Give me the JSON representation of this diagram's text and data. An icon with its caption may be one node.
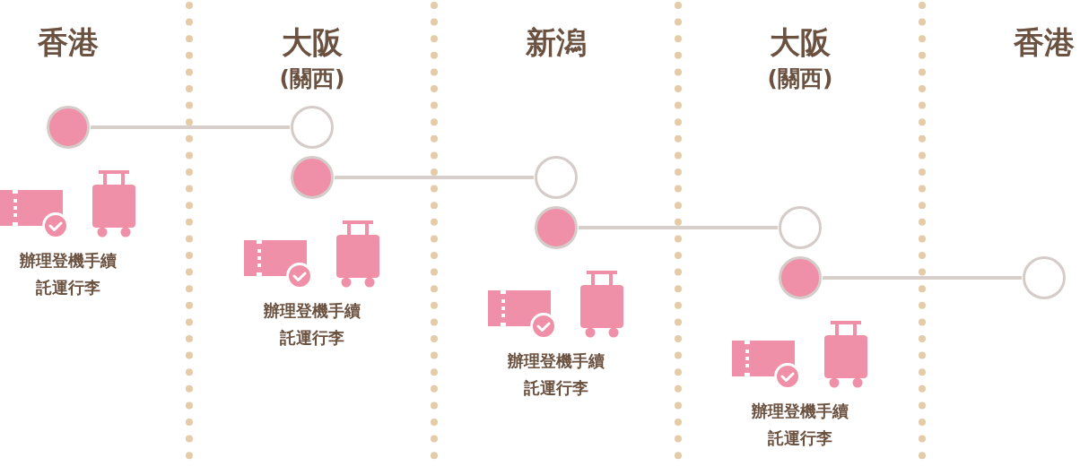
{
  "diagram": {
    "nodes": [
      {
        "text": [],
        "shape": "circle"
      },
      {
        "text": [],
        "shape": "circle"
      },
      {
        "text": [],
        "shape": "circle"
      },
      {
        "text": [],
        "shape": "circle"
      },
      {
        "text": [],
        "shape": "circle"
      },
      {
        "text": [],
        "shape": "circle"
      },
      {
        "text": [],
        "shape": "circle"
      },
      {
        "text": [],
        "shape": "circle"
      }
    ],
    "edges": [
      {
        "from": 0,
        "to": 1,
        "arrow": "none"
      },
      {
        "from": 2,
        "to": 3,
        "arrow": "none"
      },
      {
        "from": 4,
        "to": 5,
        "arrow": "none"
      },
      {
        "from": 6,
        "to": 7,
        "arrow": "none"
      }
    ],
    "labels": [
      "香港",
      "大阪",
      "(關西)",
      "新潟",
      "大阪",
      "(關西)",
      "香港",
      "辦理登機手續託運行李",
      "辦理登機手續託運行李",
      "辦理登機手續託運行李",
      "辦理登機手續託運行李"
    ]
  }
}
